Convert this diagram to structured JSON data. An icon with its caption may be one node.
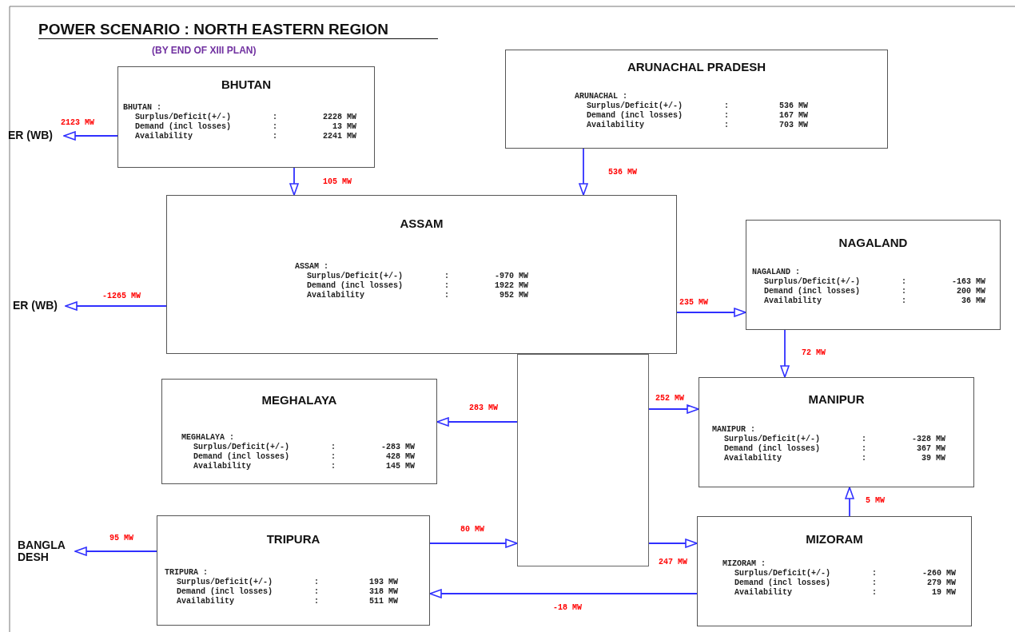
{
  "diagram": {
    "title": "POWER SCENARIO : NORTH EASTERN REGION",
    "nodes": [
      {
        "text": [
          "BHUTAN",
          "BHUTAN :",
          "Surplus/Deficit(+/-)",
          ":",
          "2228 MW",
          "Demand (incl losses)",
          ":",
          "13 MW",
          "Availability",
          ":",
          "2241 MW"
        ]
      },
      {
        "text": [
          "ARUNACHAL PRADESH",
          "ARUNACHAL :",
          "Surplus/Deficit(+/-)",
          ":",
          "536 MW",
          "Demand (incl losses)",
          ":",
          "167 MW",
          "Availability",
          ":",
          "703 MW"
        ]
      },
      {
        "text": [
          "ASSAM",
          "ASSAM :",
          "Surplus/Deficit(+/-)",
          ":",
          "-970 MW",
          "Demand (incl losses)",
          ":",
          "1922 MW",
          "Availability",
          ":",
          "952 MW"
        ]
      },
      {
        "text": [
          "NAGALAND",
          "NAGALAND :",
          "Surplus/Deficit(+/-)",
          ":",
          "-163 MW",
          "Demand (incl losses)",
          ":",
          "200 MW",
          "Availability",
          ":",
          "36 MW"
        ]
      },
      {
        "text": [
          "MEGHALAYA",
          "MEGHALAYA :",
          "Surplus/Deficit(+/-)",
          ":",
          "-283 MW",
          "Demand (incl losses)",
          ":",
          "428 MW",
          "Availability",
          ":",
          "145 MW"
        ]
      },
      {
        "text": [
          "MANIPUR",
          "MANIPUR :",
          "Surplus/Deficit(+/-)",
          ":",
          "-328 MW",
          "Demand (incl losses)",
          ":",
          "367 MW",
          "Availability",
          ":",
          "39 MW"
        ]
      },
      {
        "text": [
          "TRIPURA",
          "TRIPURA :",
          "Surplus/Deficit(+/-)",
          ":",
          "193 MW",
          "Demand (incl losses)",
          ":",
          "318 MW",
          "Availability",
          ":",
          "511 MW"
        ]
      },
      {
        "text": [
          "MIZORAM",
          "MIZORAM :",
          "Surplus/Deficit(+/-)",
          ":",
          "-260 MW",
          "Demand (incl losses)",
          ":",
          "279 MW",
          "Availability",
          ":",
          "19 MW"
        ]
      },
      {
        "text": [
          "ER (WB)"
        ]
      },
      {
        "text": [
          "ER (WB)"
        ]
      },
      {
        "text": [
          "BANGLA DESH"
        ]
      },
      {
        "text": [],
        "shape": "box"
      }
    ],
    "edges": [
      {
        "from": 0,
        "to": 8,
        "arrow": "to",
        "label": "2123 MW"
      },
      {
        "from": 0,
        "to": 2,
        "arrow": "to",
        "label": "105 MW"
      },
      {
        "from": 1,
        "to": 2,
        "arrow": "to",
        "label": "536 MW"
      },
      {
        "from": 2,
        "to": 9,
        "arrow": "to",
        "label": "-1265 MW"
      },
      {
        "from": 2,
        "to": 3,
        "arrow": "to",
        "label": "235 MW"
      },
      {
        "from": 3,
        "to": 5,
        "arrow": "to",
        "label": "72 MW"
      },
      {
        "from": 11,
        "to": 4,
        "arrow": "to",
        "label": "283 MW"
      },
      {
        "from": 11,
        "to": 5,
        "arrow": "to",
        "label": "252 MW"
      },
      {
        "from": 6,
        "to": 11,
        "arrow": "to",
        "label": "80 MW"
      },
      {
        "from": 11,
        "to": 7,
        "arrow": "to",
        "label": "247 MW"
      },
      {
        "from": 7,
        "to": 5,
        "arrow": "to",
        "label": "5 MW"
      },
      {
        "from": 7,
        "to": 6,
        "arrow": "to",
        "label": "-18 MW"
      },
      {
        "from": 6,
        "to": 10,
        "arrow": "to",
        "label": "95 MW"
      }
    ],
    "labels": [
      "(BY END OF XIII PLAN)"
    ]
  }
}
